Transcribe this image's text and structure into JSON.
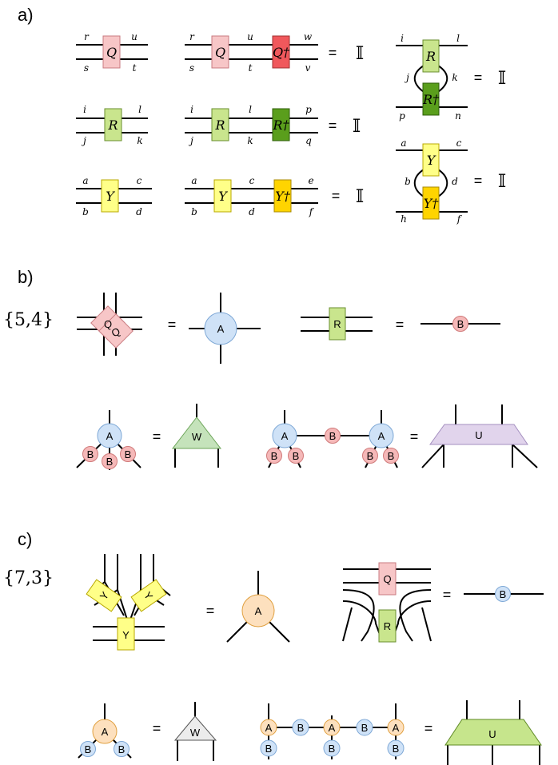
{
  "sections": {
    "a": {
      "label": "a)"
    },
    "b": {
      "label": "b)",
      "schlafli": "{5,4}"
    },
    "c": {
      "label": "c)",
      "schlafli": "{7,3}"
    }
  },
  "symbols": {
    "equals": "=",
    "identity": "𝕀"
  },
  "tensors": {
    "Q": "Q",
    "Qd": "Q†",
    "R": "R",
    "Rd": "R†",
    "Y": "Y",
    "Yd": "Y†",
    "A": "A",
    "B": "B",
    "W": "W",
    "U": "U"
  },
  "indices": {
    "q1": [
      "r",
      "u",
      "s",
      "t"
    ],
    "q2": [
      "r",
      "u",
      "w",
      "s",
      "t",
      "v"
    ],
    "r1": [
      "i",
      "l",
      "j",
      "k"
    ],
    "r2": [
      "i",
      "l",
      "p",
      "j",
      "k",
      "q"
    ],
    "y1": [
      "a",
      "c",
      "b",
      "d"
    ],
    "y2": [
      "a",
      "c",
      "e",
      "b",
      "d",
      "f"
    ],
    "rv": [
      "i",
      "l",
      "j",
      "k",
      "p",
      "n"
    ],
    "yv": [
      "a",
      "c",
      "b",
      "d",
      "h",
      "f"
    ]
  },
  "colors": {
    "Q": "#f7c6c7",
    "Qd": "#f0585c",
    "R": "#c9e58d",
    "Rd": "#5a9e1c",
    "Y": "#ffff88",
    "Yd": "#ffd400",
    "A_b": "#cfe2f7",
    "B_b": "#f5b8b8",
    "A_c": "#fde0be",
    "B_c": "#cfe2f7",
    "W_b": "#c5e3bb",
    "U_b": "#e1d4ec",
    "W_c": "#ececec",
    "U_c": "#c6e58c",
    "stroke_Q": "#c97b80",
    "stroke_R": "#6a8f2f",
    "stroke_Y": "#b8a800",
    "stroke_Ab": "#7ea8d6",
    "stroke_Bb": "#d07a7a",
    "stroke_Ac": "#e0a040"
  }
}
